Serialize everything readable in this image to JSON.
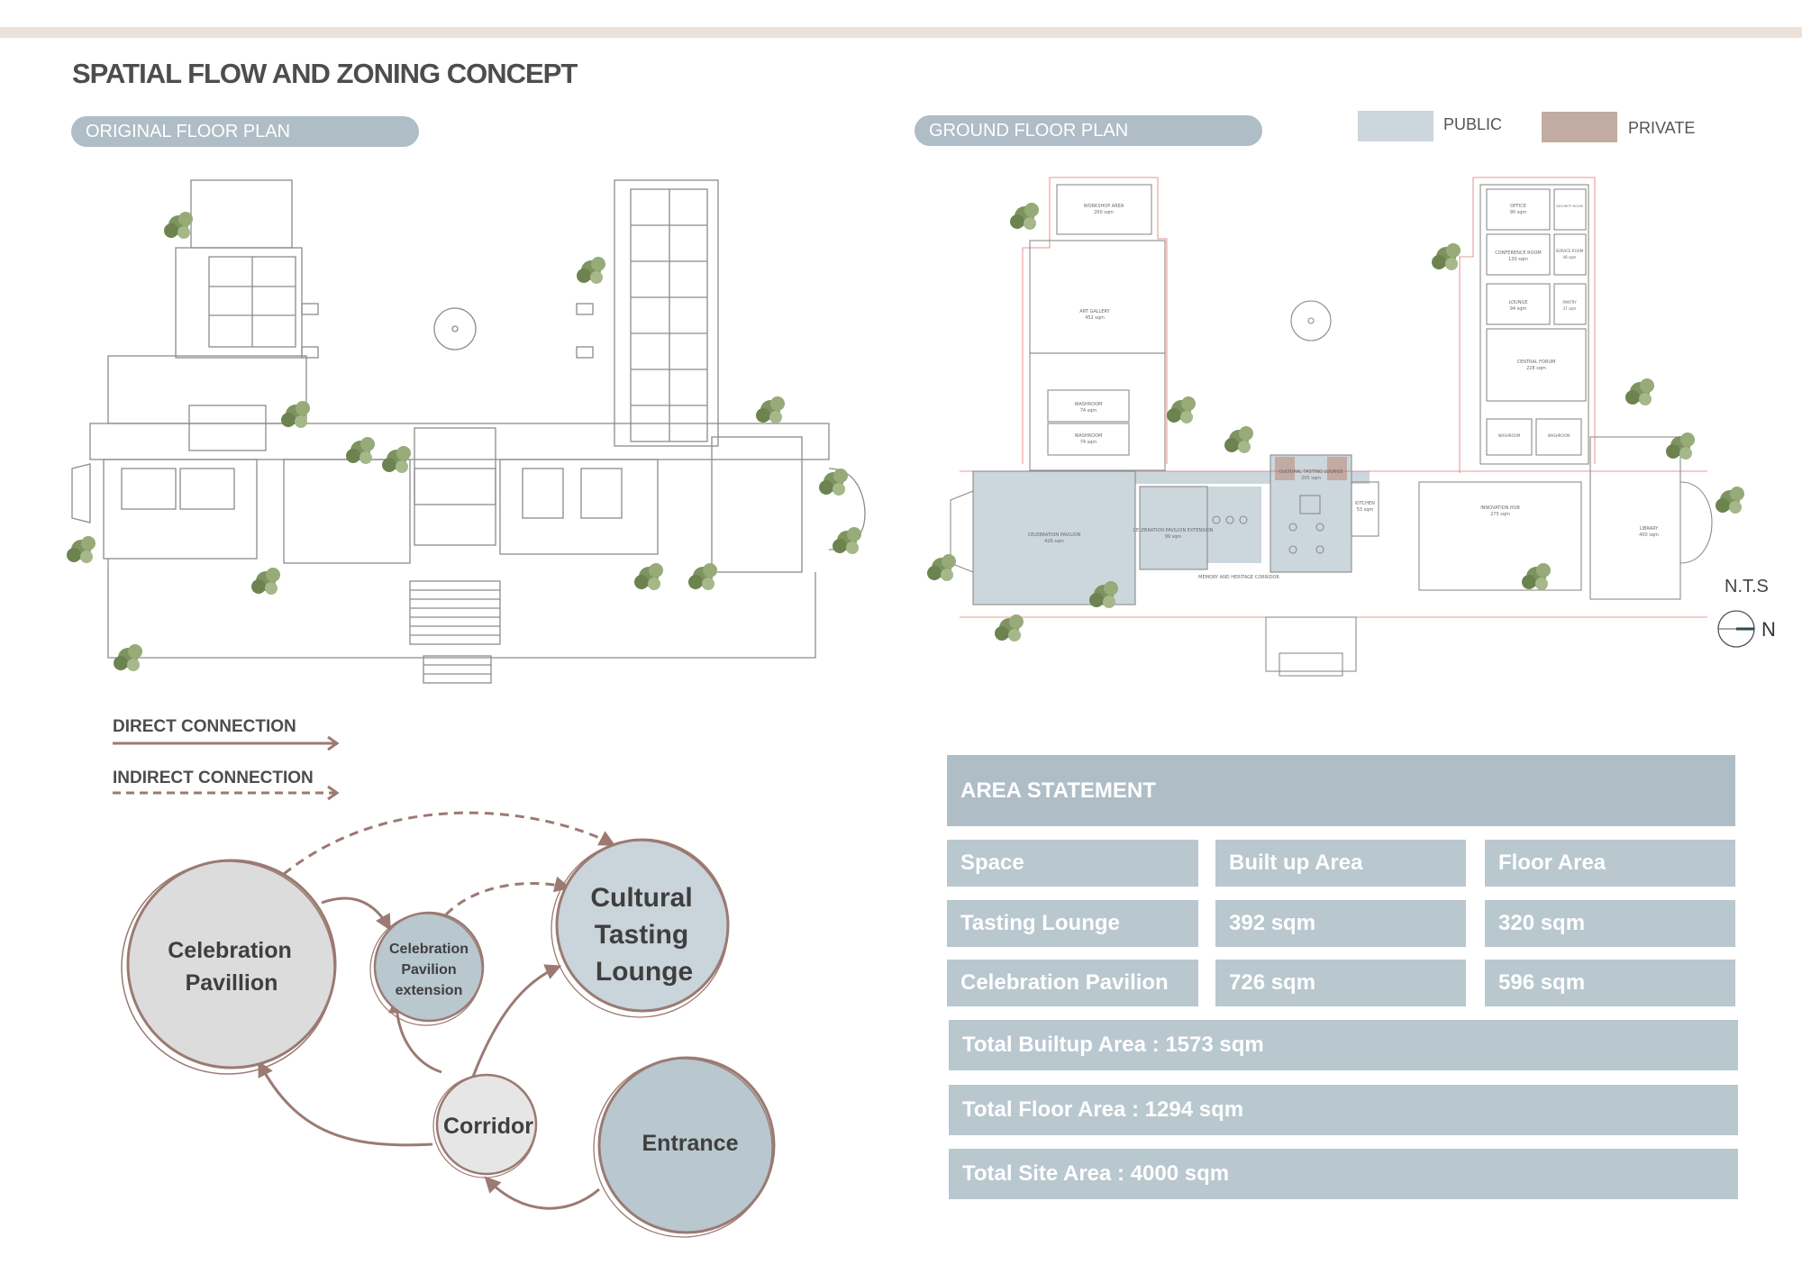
{
  "page": {
    "title": "SPATIAL FLOW AND ZONING CONCEPT",
    "accent_strip_color": "#ece2da"
  },
  "plans": {
    "original_label": "ORIGINAL FLOOR PLAN",
    "ground_label": "GROUND FLOOR PLAN",
    "scale": "N.T.S",
    "north": "N",
    "rooms": {
      "workshop": "WORKSHOP AREA",
      "workshop_area": "200 sqm",
      "art_gallery": "ART GALLERY",
      "art_gallery_area": "452 sqm",
      "washroom": "WASHROOM",
      "washroom_area": "74 sqm",
      "celebration_pavilion": "CELEBRATION PAVILION",
      "celebration_pavilion_area": "426 sqm",
      "extension": "CELEBRATION PAVILION EXTENSION",
      "extension_area": "99 sqm",
      "memory_corridor": "MEMORY AND HERITAGE CORRIDOR",
      "tasting_lounge": "CULTURAL TASTING LOUNGE",
      "tasting_lounge_area": "205 sqm",
      "kitchen": "KITCHEN",
      "kitchen_area": "53 sqm",
      "office": "OFFICE",
      "office_area": "90 sqm",
      "security": "SECURITY ROOM",
      "conference": "CONFERENCE ROOM",
      "conference_area": "130 sqm",
      "service": "SERVICE ROOM",
      "service_area": "48 sqm",
      "lounge": "LOUNGE",
      "lounge_area": "94 sqm",
      "pantry": "PANTRY",
      "pantry_area": "37 sqm",
      "central_forum": "CENTRAL FORUM",
      "central_forum_area": "228 sqm",
      "innovation_hub": "INNOVATION HUB",
      "innovation_hub_area": "275 sqm",
      "library": "LIBRARY",
      "library_area": "400 sqm"
    }
  },
  "legend": {
    "public_label": "PUBLIC",
    "private_label": "PRIVATE",
    "public_color": "#cbd6dd",
    "private_color": "#c2aba3"
  },
  "connections": {
    "direct_label": "DIRECT CONNECTION",
    "indirect_label": "INDIRECT CONNECTION",
    "arrow_color": "#9b7a72"
  },
  "bubbles": {
    "celebration_line1": "Celebration",
    "celebration_line2": "Pavillion",
    "extension_line1": "Celebration",
    "extension_line2": "Pavilion",
    "extension_line3": "extension",
    "tasting_line1": "Cultural",
    "tasting_line2": "Tasting",
    "tasting_line3": "Lounge",
    "corridor": "Corridor",
    "entrance": "Entrance"
  },
  "area_statement": {
    "title": "AREA STATEMENT",
    "headers": [
      "Space",
      "Built up Area",
      "Floor Area"
    ],
    "rows": [
      [
        "Tasting Lounge",
        "392 sqm",
        "320 sqm"
      ],
      [
        "Celebration Pavilion",
        "726 sqm",
        "596 sqm"
      ]
    ],
    "total_builtup": "Total Builtup Area : 1573 sqm",
    "total_floor": "Total Floor Area : 1294 sqm",
    "total_site": "Total Site Area : 4000 sqm"
  }
}
